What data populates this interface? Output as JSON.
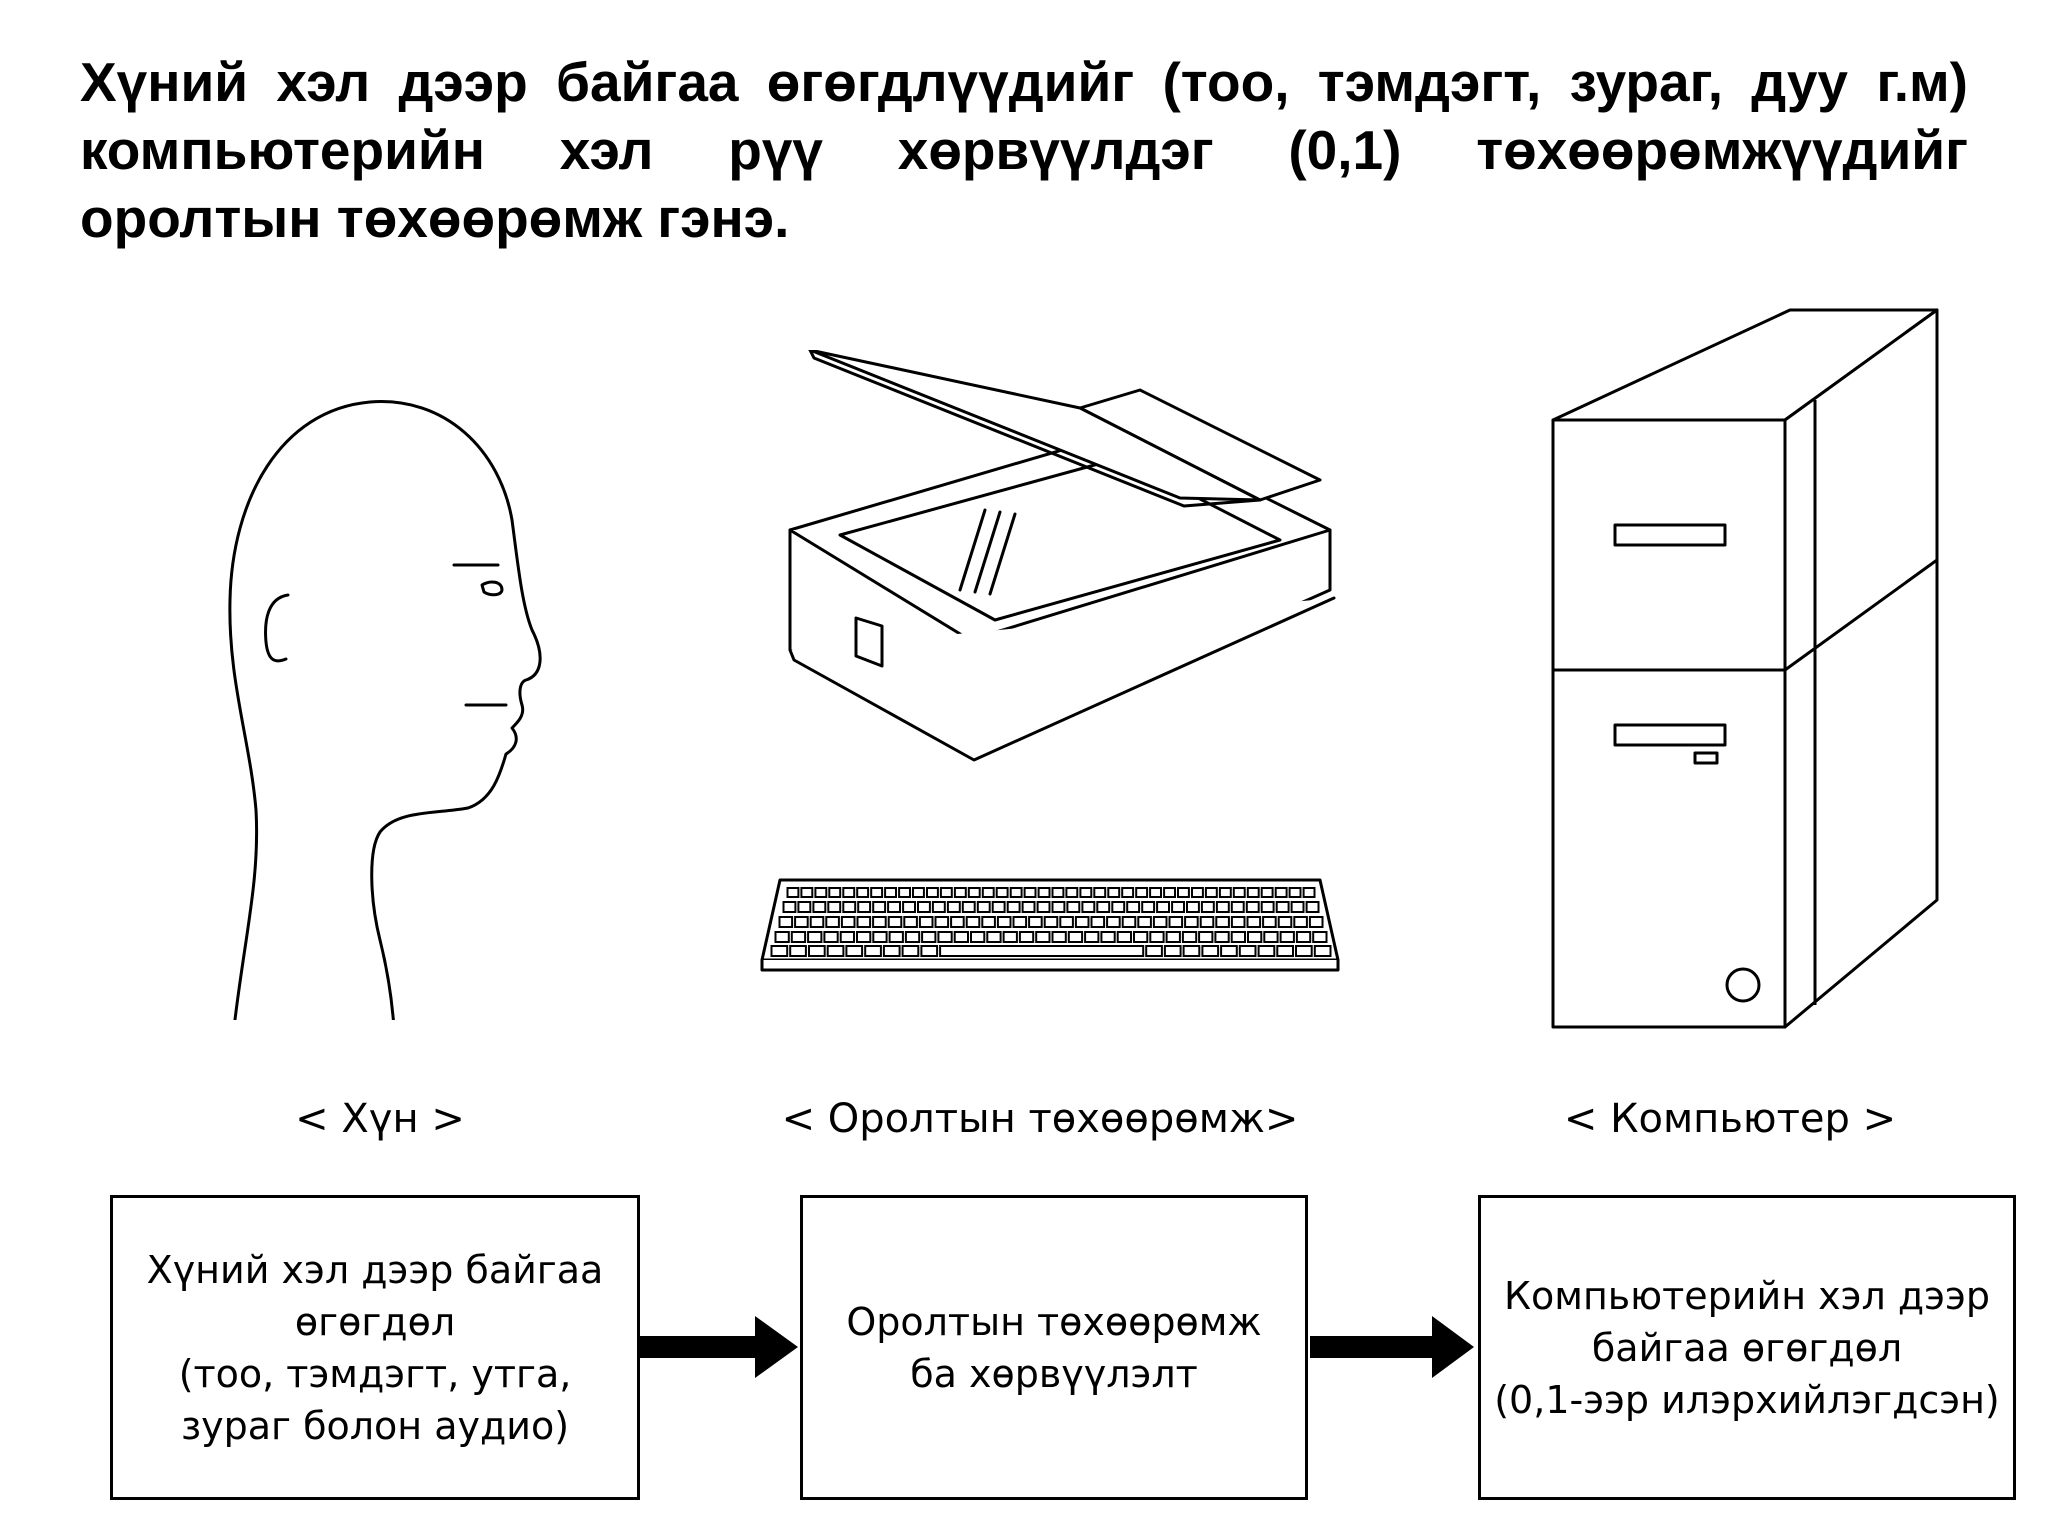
{
  "heading": {
    "lines": [
      "Хүний хэл дээр байгаа өгөгдлүүдийг (тоо, тэмдэгт, зураг, дуу г.м)",
      "компьютерийн хэл рүү хөрвүүлдэг (0,1)  төхөөрөмжүүдийг",
      "оролтын төхөөрөмж гэнэ."
    ]
  },
  "captions": {
    "human": "< Хүн >",
    "input_device": "< Оролтын  төхөөрөмж>",
    "computer": "< Компьютер >"
  },
  "boxes": {
    "human": [
      "Хүний хэл дээр байгаа",
      "өгөгдөл",
      "(тоо, тэмдэгт, утга,",
      "зураг болон аудио)"
    ],
    "input_device": [
      "Оролтын  төхөөрөмж",
      "ба хөрвүүлэлт"
    ],
    "computer": [
      "Компьютерийн хэл дээр",
      "байгаа өгөгдөл",
      "(0,1-ээр илэрхийлэгдсэн)"
    ]
  },
  "icons": [
    "human-head-icon",
    "scanner-icon",
    "keyboard-icon",
    "computer-tower-icon",
    "arrow-right-icon"
  ]
}
